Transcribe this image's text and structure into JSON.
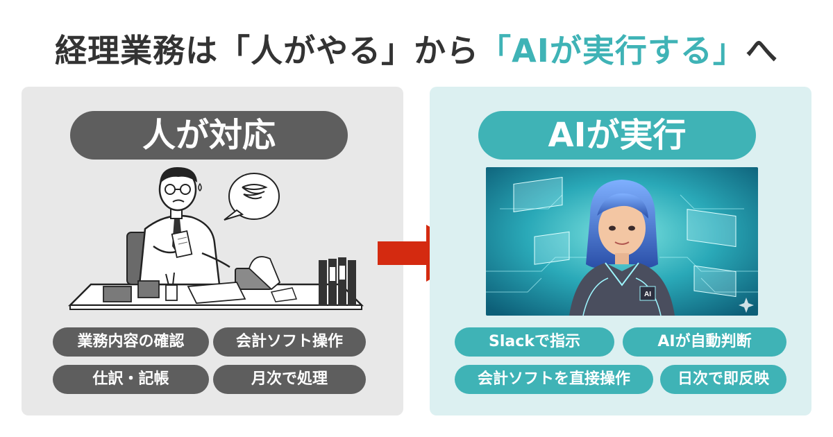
{
  "headline": {
    "part1": "経理業務は「人がやる」から",
    "part2": "「AIが実行する」",
    "part3": "へ"
  },
  "left_panel": {
    "title": "人が対応",
    "tags": [
      "業務内容の確認",
      "会計ソフト操作",
      "仕訳・記帳",
      "月次で処理"
    ]
  },
  "right_panel": {
    "title": "AIが実行",
    "badge": "AI",
    "tags": [
      "Slackで指示",
      "AIが自動判断",
      "会計ソフトを直接操作",
      "日次で即反映"
    ]
  },
  "colors": {
    "accent": "#3fb3b6",
    "dark_gray": "#5e5e5e",
    "arrow_red": "#d42a10"
  }
}
